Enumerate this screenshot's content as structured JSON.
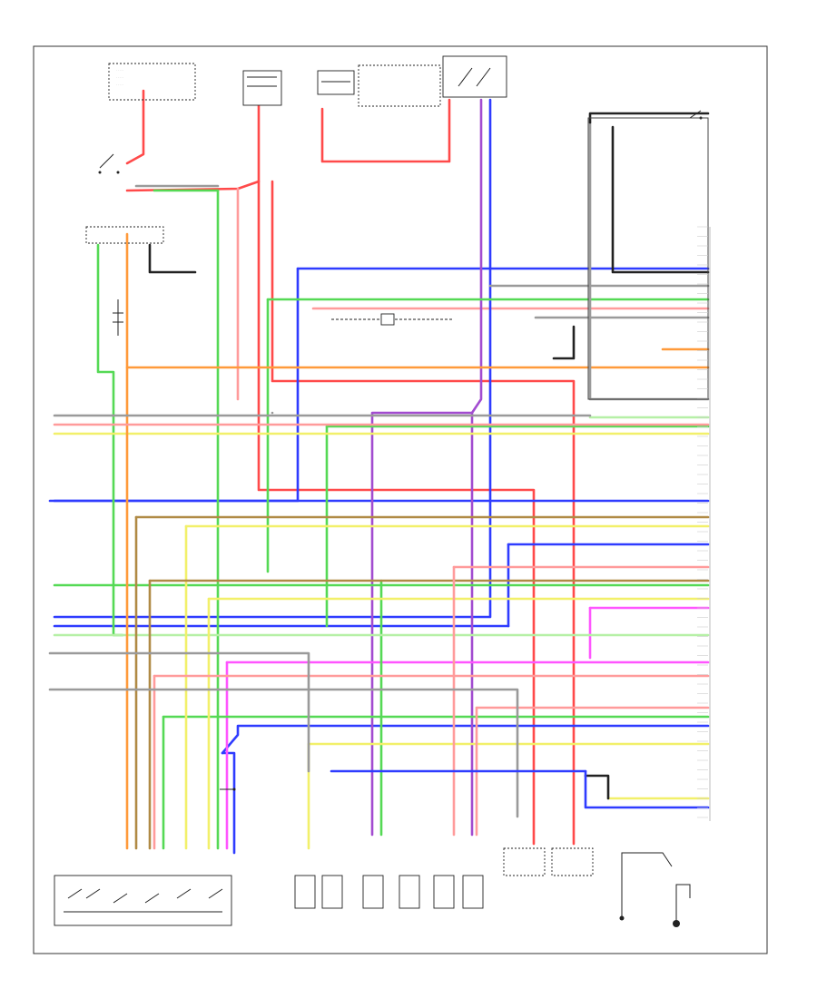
{
  "diagram": {
    "footer_note": "",
    "colors": {
      "red": "#ff4a4a",
      "pink": "#ff9b9b",
      "blue": "#2f3cff",
      "green": "#55d955",
      "lightgreen": "#b6f0a6",
      "yellow": "#f2f06a",
      "orange": "#ff9a3a",
      "brown": "#b08a45",
      "purple": "#a24cd0",
      "magenta": "#ff55ff",
      "gray": "#9a9a9a",
      "black": "#222222"
    },
    "components": [
      "top-fuse-box-left",
      "top-relay-1",
      "top-relay-2",
      "top-fuse-box-right",
      "top-switch",
      "upper-right-switch",
      "left-switch",
      "left-sensor",
      "center-module",
      "right-module",
      "transmission-range-switch",
      "connector-1",
      "connector-2",
      "connector-3",
      "connector-4",
      "connector-5",
      "connector-6",
      "lower-module-1",
      "lower-module-2",
      "ground-assembly",
      "side-note-component"
    ]
  }
}
